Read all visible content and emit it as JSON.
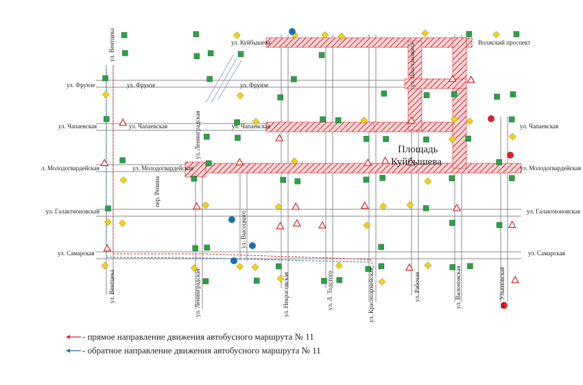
{
  "colors": {
    "road_edge": "#8a8a8a",
    "hatch": "#d8232a",
    "route_direct": "#d8232a",
    "route_reverse": "#1f6fa8",
    "sign_green": "#2e9e49",
    "sign_yellow": "#f2d21b",
    "sign_red": "#d8232a",
    "sign_blue": "#1f6fa8"
  },
  "streets": {
    "kuybysheva": "ул. Куйбышева",
    "volzhsky": "Волжский проспект",
    "frunze_left": "ул. Фрунзе",
    "frunze_left2": "ул. Фрунзе",
    "frunze_mid": "ул. Фрунзе",
    "chapaevskaya_left": "ул. Чапаевская",
    "chapaevskaya_left2": "ул. Чапаевская",
    "chapaevskaya_mid": "ул. Чапаевская",
    "chapaevskaya_right": "ул. Чапаевская",
    "molodogvard_left": "л. Молодогвардейская",
    "molodogvard_left2": "ул. Молодогвардейская",
    "molodogvard_right": "ул. Молодогвардейская",
    "galaktion_left": "ул. Галактионовская",
    "galaktion_right": "ул. Галактионовская",
    "samarskaya_left": "ул. Самарская",
    "samarskaya_right": "ул. Самарская",
    "ventseka_top": "ул. Вентцека",
    "ventseka_bottom": "ул. Вентцека",
    "leningradskaya_top": "ул. Ленинградская",
    "leningradskaya_bottom": "ул. Ленинградская",
    "repina": "пер. Репина",
    "vysotskogo": "ул. Высоцкого",
    "nekrasovskaya": "ул. Некрасовская",
    "tolstogo": "ул. Л. Толстого",
    "krasnoarm": "ул. Красноармейская",
    "shostakovicha": "ул. Шостаковича",
    "rabochaya": "ул. Рабочая",
    "vilonovskaya": "ул. Вилоновская",
    "ulyanovskaya": "ул. Ульяновская"
  },
  "square": {
    "line1": "Площадь",
    "line2": "Куйбышева"
  },
  "legend": [
    {
      "text": "- прямое направление движения автобусного маршрута № 11",
      "color": "#d8232a"
    },
    {
      "text": "- обратное направление движения автобусного маршрута № 11",
      "color": "#1f6fa8"
    }
  ]
}
